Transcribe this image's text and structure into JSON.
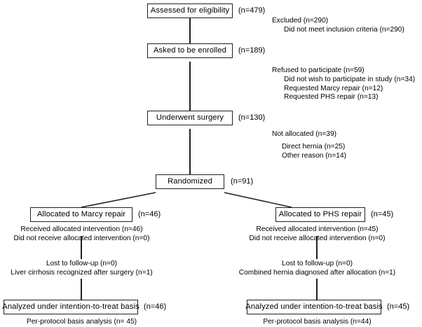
{
  "diagram": {
    "title": "CONSORT participant flow diagram",
    "type": "flowchart",
    "line_color": "#231f20",
    "background": "#ffffff"
  },
  "nodes": {
    "assessed": {
      "label": "Assessed for eligibility",
      "count": "(n=479)"
    },
    "asked": {
      "label": "Asked to be enrolled",
      "count": "(n=189)"
    },
    "surgery": {
      "label": "Underwent surgery",
      "count": "(n=130)"
    },
    "randomized": {
      "label": "Randomized",
      "count": "(n=91)"
    },
    "alloc_marcy": {
      "label": "Allocated to Marcy repair",
      "count": "(n=46)"
    },
    "alloc_phs": {
      "label": "Allocated to PHS repair",
      "count": "(n=45)"
    },
    "analyzed_marcy": {
      "label": "Analyzed under intention-to-treat basis",
      "count": "(n=46)"
    },
    "analyzed_phs": {
      "label": "Analyzed under intention-to-treat basis",
      "count": "(n=45)"
    }
  },
  "notes": {
    "excluded": {
      "heading": "Excluded (n=290)",
      "line1": "Did not meet inclusion criteria (n=290)"
    },
    "refused": {
      "heading": "Refused to participate (n=59)",
      "line1": "Did not wish to participate in study (n=34)",
      "line2": "Requested Marcy repair (n=12)",
      "line3": "Requested PHS repair (n=13)"
    },
    "not_allocated": {
      "heading": "Not allocated (n=39)",
      "line1": "Direct hernia (n=25)",
      "line2": "Other reason (n=14)"
    },
    "marcy_intervention": {
      "line1": "Received allocated intervention (n=46)",
      "line2": "Did not receive allocated intervention (n=0)"
    },
    "phs_intervention": {
      "line1": "Received allocated intervention (n=45)",
      "line2": "Did not receive allocated intervention (n=0)"
    },
    "marcy_followup": {
      "line1": "Lost to follow-up (n=0)",
      "line2": "Liver cirrhosis recognized after surgery (n=1)"
    },
    "phs_followup": {
      "line1": "Lost to follow-up (n=0)",
      "line2": "Combined hernia diagnosed after allocation (n=1)"
    },
    "marcy_perprotocol": {
      "line1": "Per-protocol basis analysis (n= 45)"
    },
    "phs_perprotocol": {
      "line1": "Per-protocol basis analysis (n=44)"
    }
  },
  "chart_data": {
    "type": "flowchart",
    "title": "CONSORT participant flow diagram",
    "stages": [
      {
        "name": "Assessed for eligibility",
        "n": 479
      },
      {
        "name": "Asked to be enrolled",
        "n": 189
      },
      {
        "name": "Underwent surgery",
        "n": 130
      },
      {
        "name": "Randomized",
        "n": 91
      },
      {
        "name": "Allocated to Marcy repair",
        "n": 46
      },
      {
        "name": "Allocated to PHS repair",
        "n": 45
      },
      {
        "name": "Analyzed under intention-to-treat basis (Marcy)",
        "n": 46
      },
      {
        "name": "Analyzed under intention-to-treat basis (PHS)",
        "n": 45
      }
    ],
    "exclusions": [
      {
        "stage": "Assessed for eligibility",
        "label": "Excluded",
        "n": 290,
        "reasons": [
          {
            "label": "Did not meet inclusion criteria",
            "n": 290
          }
        ]
      },
      {
        "stage": "Asked to be enrolled",
        "label": "Refused to participate",
        "n": 59,
        "reasons": [
          {
            "label": "Did not wish to participate in study",
            "n": 34
          },
          {
            "label": "Requested Marcy repair",
            "n": 12
          },
          {
            "label": "Requested PHS repair",
            "n": 13
          }
        ]
      },
      {
        "stage": "Underwent surgery",
        "label": "Not allocated",
        "n": 39,
        "reasons": [
          {
            "label": "Direct hernia",
            "n": 25
          },
          {
            "label": "Other reason",
            "n": 14
          }
        ]
      }
    ],
    "arms": [
      {
        "name": "Marcy repair",
        "allocated": 46,
        "received_allocated_intervention": 46,
        "did_not_receive_allocated_intervention": 0,
        "lost_to_followup": 0,
        "other_followup": {
          "label": "Liver cirrhosis recognized after surgery",
          "n": 1
        },
        "analyzed_itt": 46,
        "per_protocol": 45
      },
      {
        "name": "PHS repair",
        "allocated": 45,
        "received_allocated_intervention": 45,
        "did_not_receive_allocated_intervention": 0,
        "lost_to_followup": 0,
        "other_followup": {
          "label": "Combined hernia diagnosed after allocation",
          "n": 1
        },
        "analyzed_itt": 45,
        "per_protocol": 44
      }
    ]
  }
}
